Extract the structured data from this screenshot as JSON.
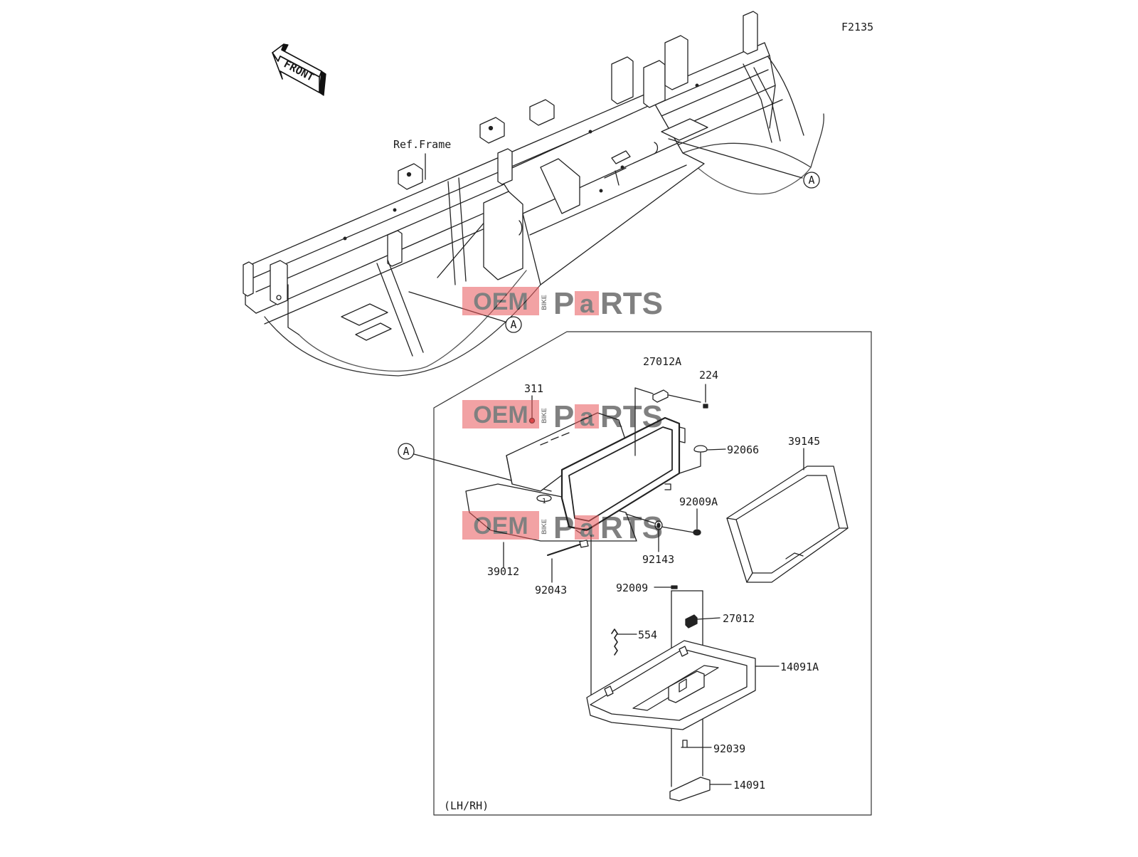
{
  "diagram_id": "F2135",
  "front_label": "FRONT",
  "ref_frame_label": "Ref.Frame",
  "side_note": "(LH/RH)",
  "callout_letter": "A",
  "watermark": {
    "oem": "OEM",
    "bike": "BIKE",
    "pa": "Pa",
    "a": "a",
    "rts": "RTS",
    "colors": {
      "red": "#e8575a",
      "gray": "#9b9b9b"
    }
  },
  "parts": [
    {
      "id": "p27012A",
      "number": "27012A"
    },
    {
      "id": "p224",
      "number": "224"
    },
    {
      "id": "p311",
      "number": "311"
    },
    {
      "id": "p92066",
      "number": "92066"
    },
    {
      "id": "p39145",
      "number": "39145"
    },
    {
      "id": "p92009A",
      "number": "92009A"
    },
    {
      "id": "p92143",
      "number": "92143"
    },
    {
      "id": "p39012",
      "number": "39012"
    },
    {
      "id": "p92043",
      "number": "92043"
    },
    {
      "id": "p92009",
      "number": "92009"
    },
    {
      "id": "p27012",
      "number": "27012"
    },
    {
      "id": "p554",
      "number": "554"
    },
    {
      "id": "p14091A",
      "number": "14091A"
    },
    {
      "id": "p92039",
      "number": "92039"
    },
    {
      "id": "p14091",
      "number": "14091"
    }
  ]
}
